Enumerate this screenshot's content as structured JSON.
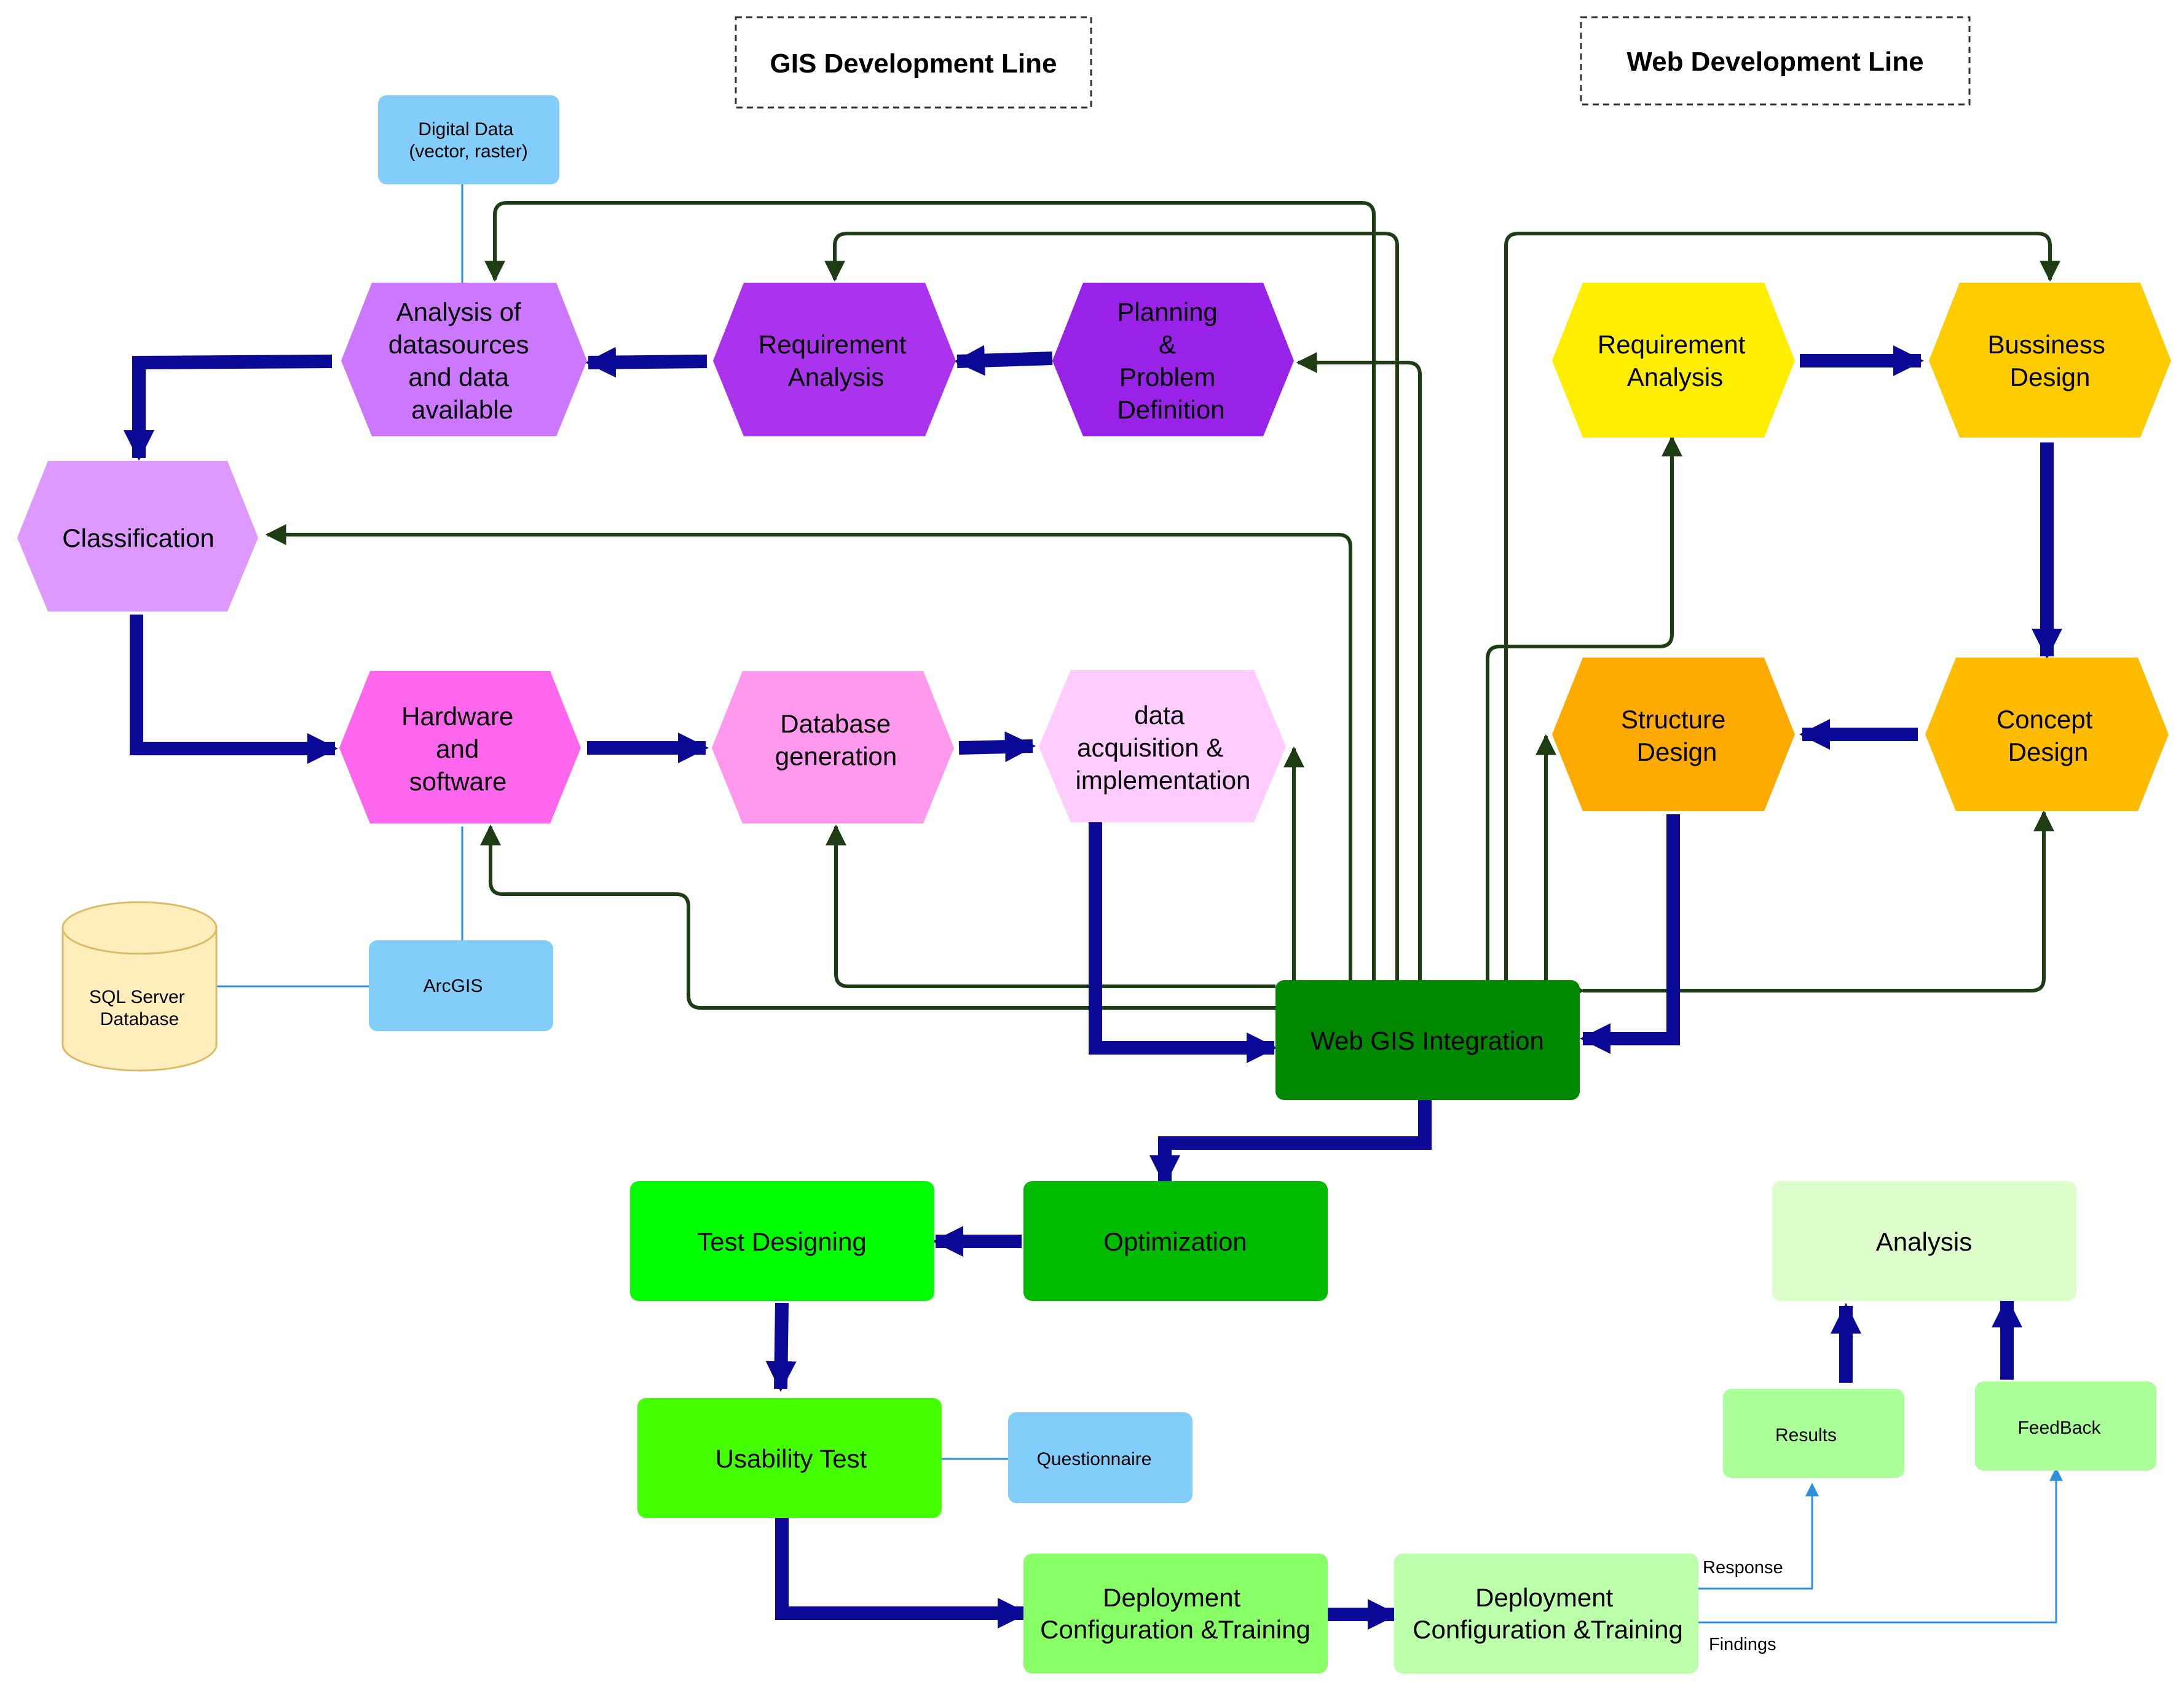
{
  "headers": {
    "gis": "GIS Development Line",
    "web": "Web Development Line"
  },
  "nodes": {
    "digital_data": [
      "Digital Data",
      "(vector, raster)"
    ],
    "analysis_datasources": [
      "Analysis of",
      "datasources",
      "and data",
      "available"
    ],
    "gis_requirement": [
      "Requirement",
      "Analysis"
    ],
    "planning": [
      "Planning",
      "&",
      "Problem",
      "Definition"
    ],
    "classification": [
      "Classification"
    ],
    "hardware": [
      "Hardware",
      "and",
      "software"
    ],
    "database_generation": [
      "Database",
      "generation"
    ],
    "data_acquisition": [
      "data",
      "acquisition &",
      "implementation"
    ],
    "sql_server": [
      "SQL Server",
      "Database"
    ],
    "arcgis": [
      "ArcGIS"
    ],
    "web_requirement": [
      "Requirement",
      "Analysis"
    ],
    "business_design": [
      "Bussiness",
      "Design"
    ],
    "structure_design": [
      "Structure",
      "Design"
    ],
    "concept_design": [
      "Concept",
      "Design"
    ],
    "web_gis": [
      "Web GIS Integration"
    ],
    "optimization": [
      "Optimization"
    ],
    "test_designing": [
      "Test Designing"
    ],
    "usability_test": [
      "Usability Test"
    ],
    "questionnaire": [
      "Questionnaire"
    ],
    "deployment_1": [
      "Deployment",
      "Configuration &Training"
    ],
    "deployment_2": [
      "Deployment",
      "Configuration &Training"
    ],
    "analysis": [
      "Analysis"
    ],
    "results": [
      "Results"
    ],
    "feedback": [
      "FeedBack"
    ]
  },
  "edge_labels": {
    "response": "Response",
    "findings": "Findings"
  },
  "colors": {
    "flow_arrow": "#0a0a96",
    "feedback_arrow": "#1e3d14",
    "info_line": "#2f8fdd",
    "blue_box": "#83cdfb",
    "violet_light": "#cc77ff",
    "violet_mid": "#aa33ee",
    "violet_dark": "#9922e8",
    "lavender": "#dd99ff",
    "magenta": "#ff66ee",
    "pink_mid": "#ff99ee",
    "pink_light": "#ffccff",
    "yellow": "#ffee00",
    "gold": "#ffcc00",
    "orange_gold": "#ffbb00",
    "orange": "#ffaa00",
    "green_dark": "#008800",
    "green_mid": "#00bb00",
    "green_bright": "#00ff00",
    "green_lime": "#44ff00",
    "green_light": "#88ff66",
    "green_pale": "#bbffaa",
    "green_paler": "#aaff99",
    "green_mint": "#ddffcc",
    "cream": "#ffeebb",
    "cream_stroke": "#ddbb66"
  }
}
